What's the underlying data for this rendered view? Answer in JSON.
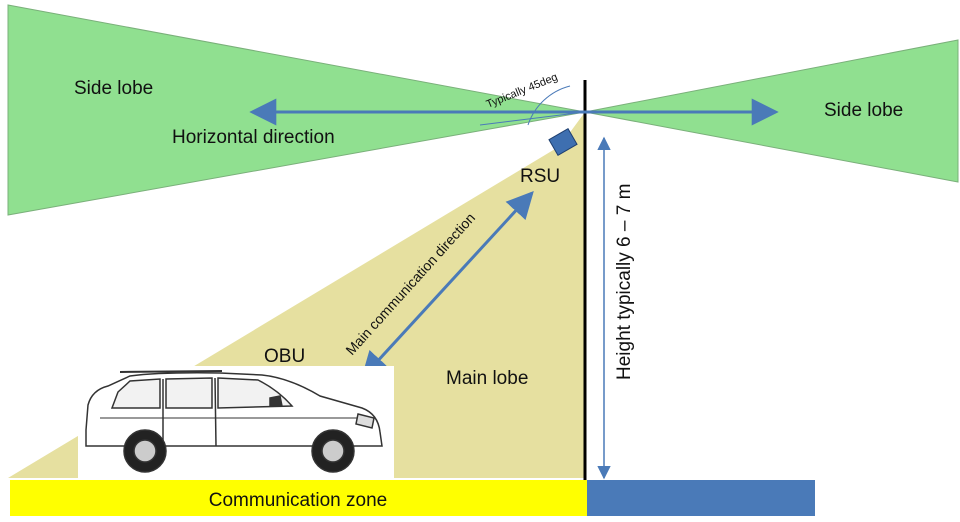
{
  "labels": {
    "side_lobe_left": "Side lobe",
    "side_lobe_right": "Side lobe",
    "horizontal_direction": "Horizontal direction",
    "typical_angle": "Typically 45deg",
    "rsu": "RSU",
    "main_communication_direction": "Main communication direction",
    "obu": "OBU",
    "main_lobe": "Main lobe",
    "height": "Height typically   6 – 7 m",
    "communication_zone": "Communication zone"
  },
  "colors": {
    "side_lobe_fill": "#90e090",
    "main_lobe_fill": "#e6e0a0",
    "arrow": "#4a7ab8",
    "communication_zone": "#ffff00",
    "ground_right": "#4a7ab8",
    "rsu_box": "#3e6fb0",
    "pole": "#000000"
  },
  "icons": {
    "vehicle": "suv-car-icon"
  }
}
